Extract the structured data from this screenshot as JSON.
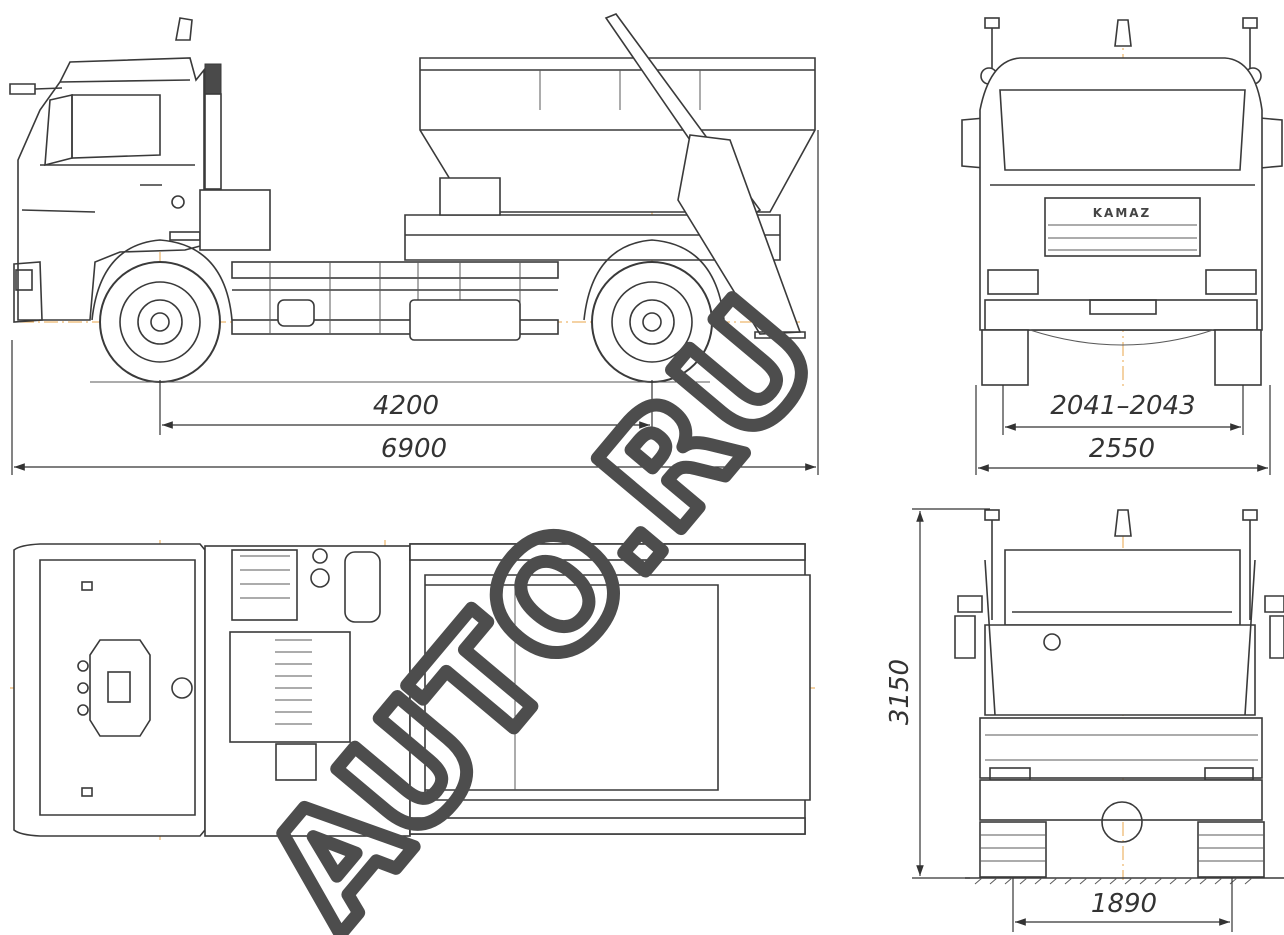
{
  "colors": {
    "line": "#3a3a3a",
    "centerline": "#e8a44a",
    "watermark": "#4d4d4d",
    "background": "#ffffff"
  },
  "dimensions": {
    "wheelbase": "4200",
    "overall_length": "6900",
    "track_width": "2041–2043",
    "overall_width": "2550",
    "overall_height": "3150",
    "rear_track": "1890"
  },
  "grille_brand": "KAMAZ",
  "watermark": "AUTO.RU"
}
